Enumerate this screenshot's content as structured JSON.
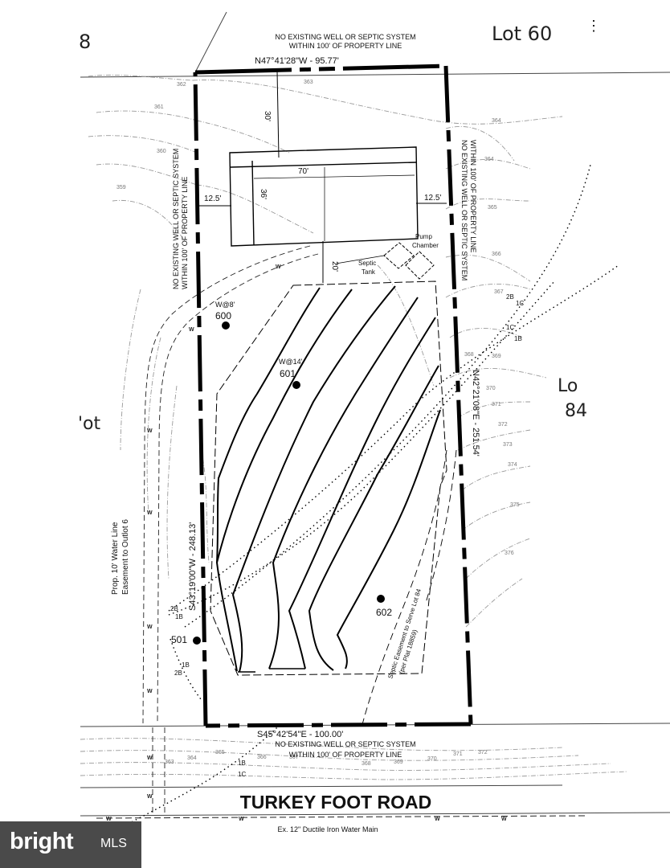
{
  "lots": {
    "lot60": "Lot 60",
    "lot8_partial": "8",
    "lot84_a": "Lo",
    "lot84_b": "84",
    "outlot_partial": "'ot"
  },
  "notes": {
    "nowell_line1": "NO EXISTING WELL OR SEPTIC SYSTEM",
    "nowell_line2": "WITHIN 100' OF PROPERTY LINE",
    "nowell_bottom_line2": "WITHIN 100' OF PROPERTY LINE"
  },
  "bearings": {
    "north": "N47°41'28\"W  -  95.77'",
    "east": "N42°21'08\"E  -  251.54'",
    "south": "S45°42'54\"E  -  100.00'",
    "west": "S43°19'00\"W  -  248.13'"
  },
  "house": {
    "width": "70'",
    "depth": "36'",
    "front_setback": "30'",
    "side_left": "12.5'",
    "side_right": "12.5'",
    "to_drainfield": "20'"
  },
  "structures": {
    "pump_chamber_1": "Pump",
    "pump_chamber_2": "Chamber",
    "septic_tank_1": "Septic",
    "septic_tank_2": "Tank"
  },
  "test_pits": [
    {
      "id": "600",
      "note": "W@8'"
    },
    {
      "id": "601",
      "note": "W@14'"
    },
    {
      "id": "602",
      "note": ""
    },
    {
      "id": "501",
      "note": ""
    }
  ],
  "easements": {
    "water_line_1": "Prop. 10' Water Line",
    "water_line_2": "Easement to Outlot 6",
    "septic_1": "Septic Easement to Serve Lot 84",
    "septic_2": "(per Plat 18859)"
  },
  "road": {
    "name": "TURKEY FOOT ROAD",
    "water_main": "Ex. 12\" Ductile Iron Water Main"
  },
  "water_marker": "W",
  "contours": {
    "c361": "361",
    "c362": "362",
    "c363": "363",
    "c364": "364",
    "c365": "365",
    "c366": "366",
    "c367": "367",
    "c368": "368",
    "c369": "369",
    "c370": "370",
    "c371": "371",
    "c372": "372",
    "c373": "373",
    "c374": "374",
    "c375": "375",
    "c376": "376",
    "c359": "359",
    "c360": "360"
  },
  "soil_labels": {
    "s2b": "2B",
    "s1c": "1C",
    "s1b": "1B"
  },
  "watermark": {
    "brand": "bright",
    "suffix": "MLS"
  },
  "colors": {
    "line": "#000000",
    "contour": "#9a9a9a",
    "logo_bg": "#4a4a4a"
  }
}
